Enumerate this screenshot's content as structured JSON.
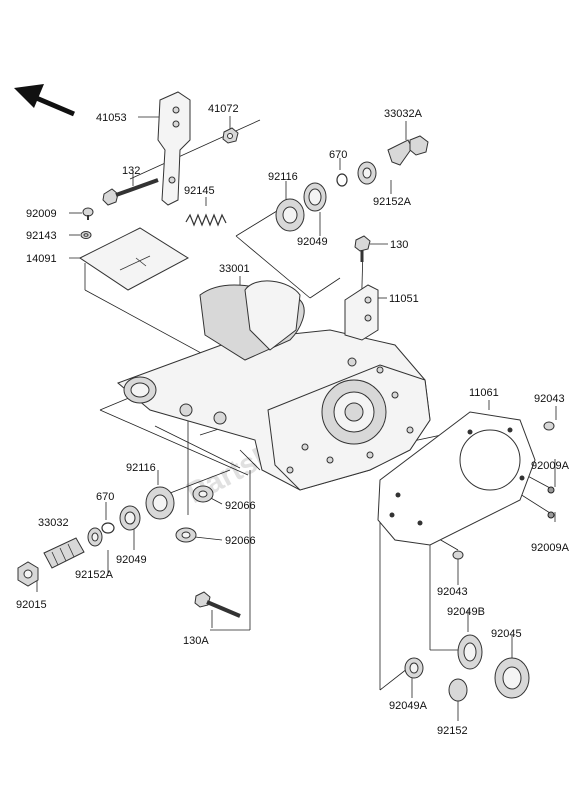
{
  "watermark": "PartsRepublik",
  "part_labels": {
    "p41053": "41053",
    "p41072": "41072",
    "p33032A": "33032A",
    "p132": "132",
    "p670_top": "670",
    "p92116_top": "92116",
    "p92145": "92145",
    "p92152A_top": "92152A",
    "p92009": "92009",
    "p92143": "92143",
    "p92049_top": "92049",
    "p130": "130",
    "p14091": "14091",
    "p33001": "33001",
    "p11051": "11051",
    "p11061": "11061",
    "p92043_top": "92043",
    "p92116_mid": "92116",
    "p92009A_1": "92009A",
    "p670_mid": "670",
    "p92066_1": "92066",
    "p33032": "33032",
    "p92049_mid": "92049",
    "p92066_2": "92066",
    "p92009A_2": "92009A",
    "p92152A_mid": "92152A",
    "p92015": "92015",
    "p92043_bot": "92043",
    "p92049B": "92049B",
    "p92045": "92045",
    "p130A": "130A",
    "p92049A": "92049A",
    "p92152": "92152"
  }
}
